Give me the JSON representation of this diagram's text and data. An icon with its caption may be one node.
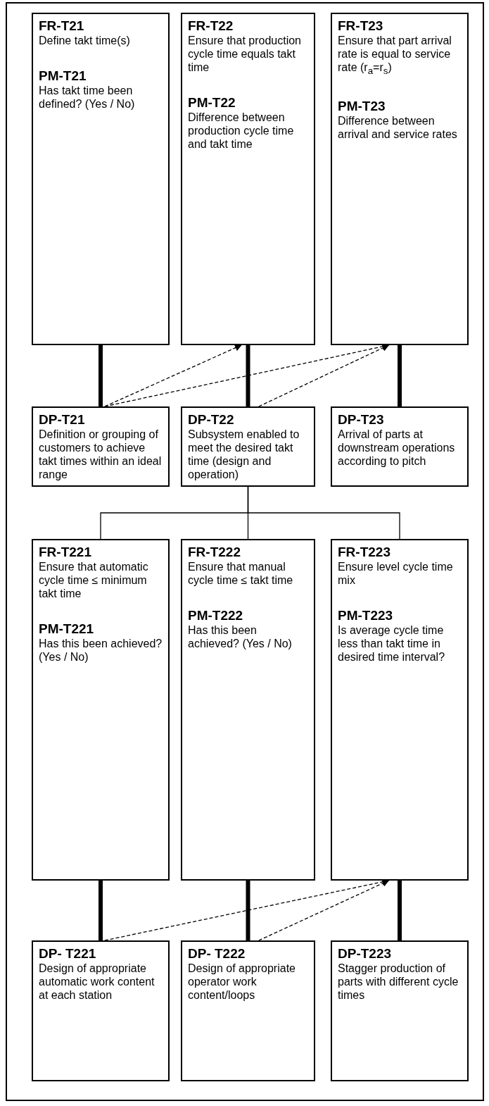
{
  "diagram": {
    "nodes": [
      {
        "text": [
          "FR-T21",
          "Define takt time(s)",
          "PM-T21",
          "Has takt time been defined? (Yes / No)"
        ]
      },
      {
        "text": [
          "FR-T22",
          "Ensure that production cycle time equals takt time",
          "PM-T22",
          "Difference between production cycle time and takt time"
        ]
      },
      {
        "text": [
          "FR-T23",
          "Ensure that part arrival rate is equal to service rate (r$_{a}$=r$_{s}$)",
          "PM-T23",
          "Difference between arrival and service rates"
        ]
      },
      {
        "text": [
          "DP-T21",
          "Definition or grouping of customers to achieve takt times within an ideal range"
        ]
      },
      {
        "text": [
          "DP-T22",
          "Subsystem enabled to meet the desired takt time (design and operation)"
        ]
      },
      {
        "text": [
          "DP-T23",
          "Arrival of parts at downstream operations according to pitch"
        ]
      },
      {
        "text": [
          "FR-T221",
          "Ensure that automatic cycle time ≤ minimum takt time",
          "PM-T221",
          "Has this been achieved? (Yes / No)"
        ]
      },
      {
        "text": [
          "FR-T222",
          "Ensure that manual cycle time ≤ takt time",
          "PM-T222",
          "Has this been achieved? (Yes / No)"
        ]
      },
      {
        "text": [
          "FR-T223",
          "Ensure level cycle time mix",
          "PM-T223",
          "Is average cycle time less than takt time in desired time interval?"
        ]
      },
      {
        "text": [
          "DP- T221",
          "Design of appropriate automatic work content at each station"
        ]
      },
      {
        "text": [
          "DP- T222",
          "Design of appropriate operator work content/loops"
        ]
      },
      {
        "text": [
          "DP-T223",
          "Stagger production of parts with different cycle times"
        ]
      }
    ],
    "edges": [
      {
        "from": 3,
        "to": 0,
        "arrow": "none",
        "style": "thick"
      },
      {
        "from": 4,
        "to": 1,
        "arrow": "none",
        "style": "thick"
      },
      {
        "from": 5,
        "to": 2,
        "arrow": "none",
        "style": "thick"
      },
      {
        "from": 3,
        "to": 1,
        "arrow": "to",
        "style": "dashed"
      },
      {
        "from": 3,
        "to": 2,
        "arrow": "to",
        "style": "dashed"
      },
      {
        "from": 4,
        "to": 2,
        "arrow": "to",
        "style": "dashed"
      },
      {
        "from": 4,
        "to": 6,
        "arrow": "none"
      },
      {
        "from": 4,
        "to": 7,
        "arrow": "none"
      },
      {
        "from": 4,
        "to": 8,
        "arrow": "none"
      },
      {
        "from": 9,
        "to": 6,
        "arrow": "none",
        "style": "thick"
      },
      {
        "from": 10,
        "to": 7,
        "arrow": "none",
        "style": "thick"
      },
      {
        "from": 11,
        "to": 8,
        "arrow": "none",
        "style": "thick"
      },
      {
        "from": 9,
        "to": 8,
        "arrow": "to",
        "style": "dashed"
      },
      {
        "from": 10,
        "to": 8,
        "arrow": "to",
        "style": "dashed"
      }
    ]
  }
}
